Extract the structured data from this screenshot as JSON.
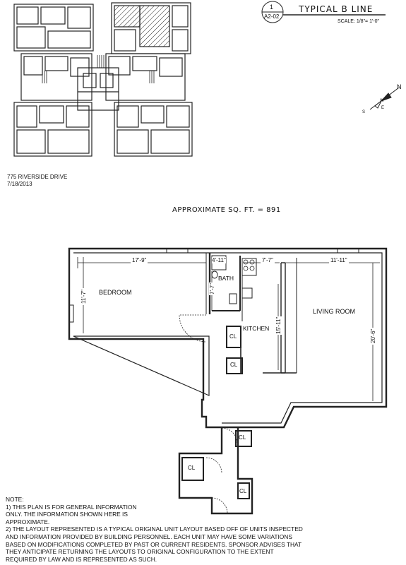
{
  "title_block": {
    "sheet_number": "1",
    "sheet_ref": "A2-02",
    "title": "TYPICAL B LINE",
    "scale": "SCALE: 1/8\"= 1'-0\""
  },
  "compass": {
    "n": "N",
    "s": "S",
    "e": "E",
    "w": "W"
  },
  "building": {
    "address": "775 RIVERSIDE DRIVE",
    "date": "7/18/2013"
  },
  "area": "APPROXIMATE SQ. FT. = 891",
  "rooms": {
    "bedroom": "BEDROOM",
    "bath": "BATH",
    "kitchen": "KITCHEN",
    "living": "LIVING ROOM",
    "cl1": "CL",
    "cl2": "CL",
    "cl3": "CL",
    "cl4": "CL",
    "cl5": "CL"
  },
  "dimensions": {
    "bedroom_w": "17'-9\"",
    "bedroom_h": "11'-7\"",
    "bath_w": "4'-11\"",
    "bath_h": "7'-7\"",
    "kitchen_w": "7'-7\"",
    "kitchen_h": "15'-11\"",
    "living_w": "11'-11\"",
    "living_h": "20'-6\""
  },
  "notes": {
    "heading": "NOTE:",
    "line1": "1) THIS PLAN IS FOR GENERAL INFORMATION",
    "line2": "ONLY. THE INFORMATION SHOWN HERE IS",
    "line3": "APPROXIMATE.",
    "line4": "2) THE LAYOUT REPRESENTED IS A TYPICAL ORIGINAL UNIT LAYOUT BASED OFF OF UNITS INSPECTED",
    "line5": "AND INFORMATION PROVIDED BY BUILDING PERSONNEL.  EACH UNIT MAY HAVE SOME VARIATIONS",
    "line6": "BASED ON MODIFICATIONS COMPLETED BY PAST OR CURRENT RESIDENTS.  SPONSOR ADVISES THAT",
    "line7": "THEY ANTICIPATE RETURNING THE LAYOUTS TO ORIGINAL CONFIGURATION TO THE EXTENT",
    "line8": "REQUIRED BY LAW AND IS REPRESENTED AS SUCH."
  }
}
